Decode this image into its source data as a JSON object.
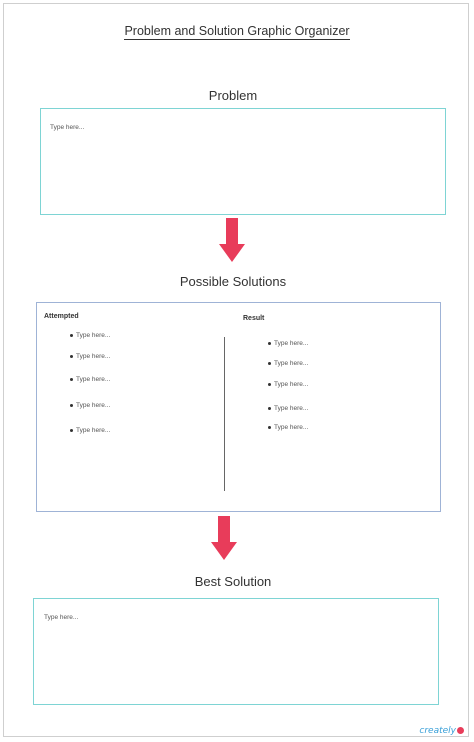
{
  "title": "Problem and Solution Graphic Organizer",
  "problem": {
    "heading": "Problem",
    "placeholder": "Type here..."
  },
  "solutions": {
    "heading": "Possible Solutions",
    "attempted_label": "Attempted",
    "result_label": "Result",
    "attempted_items": [
      "Type here...",
      "Type here...",
      "Type here...",
      "Type here...",
      "Type here..."
    ],
    "result_items": [
      "Type here...",
      "Type here...",
      "Type here...",
      "Type here...",
      "Type here..."
    ]
  },
  "best": {
    "heading": "Best Solution",
    "placeholder": "Type here..."
  },
  "branding": {
    "logo_text": "creately"
  },
  "colors": {
    "arrow": "#e83c5a",
    "teal_border": "#7ed4d4",
    "blue_border": "#9fb3d6"
  }
}
